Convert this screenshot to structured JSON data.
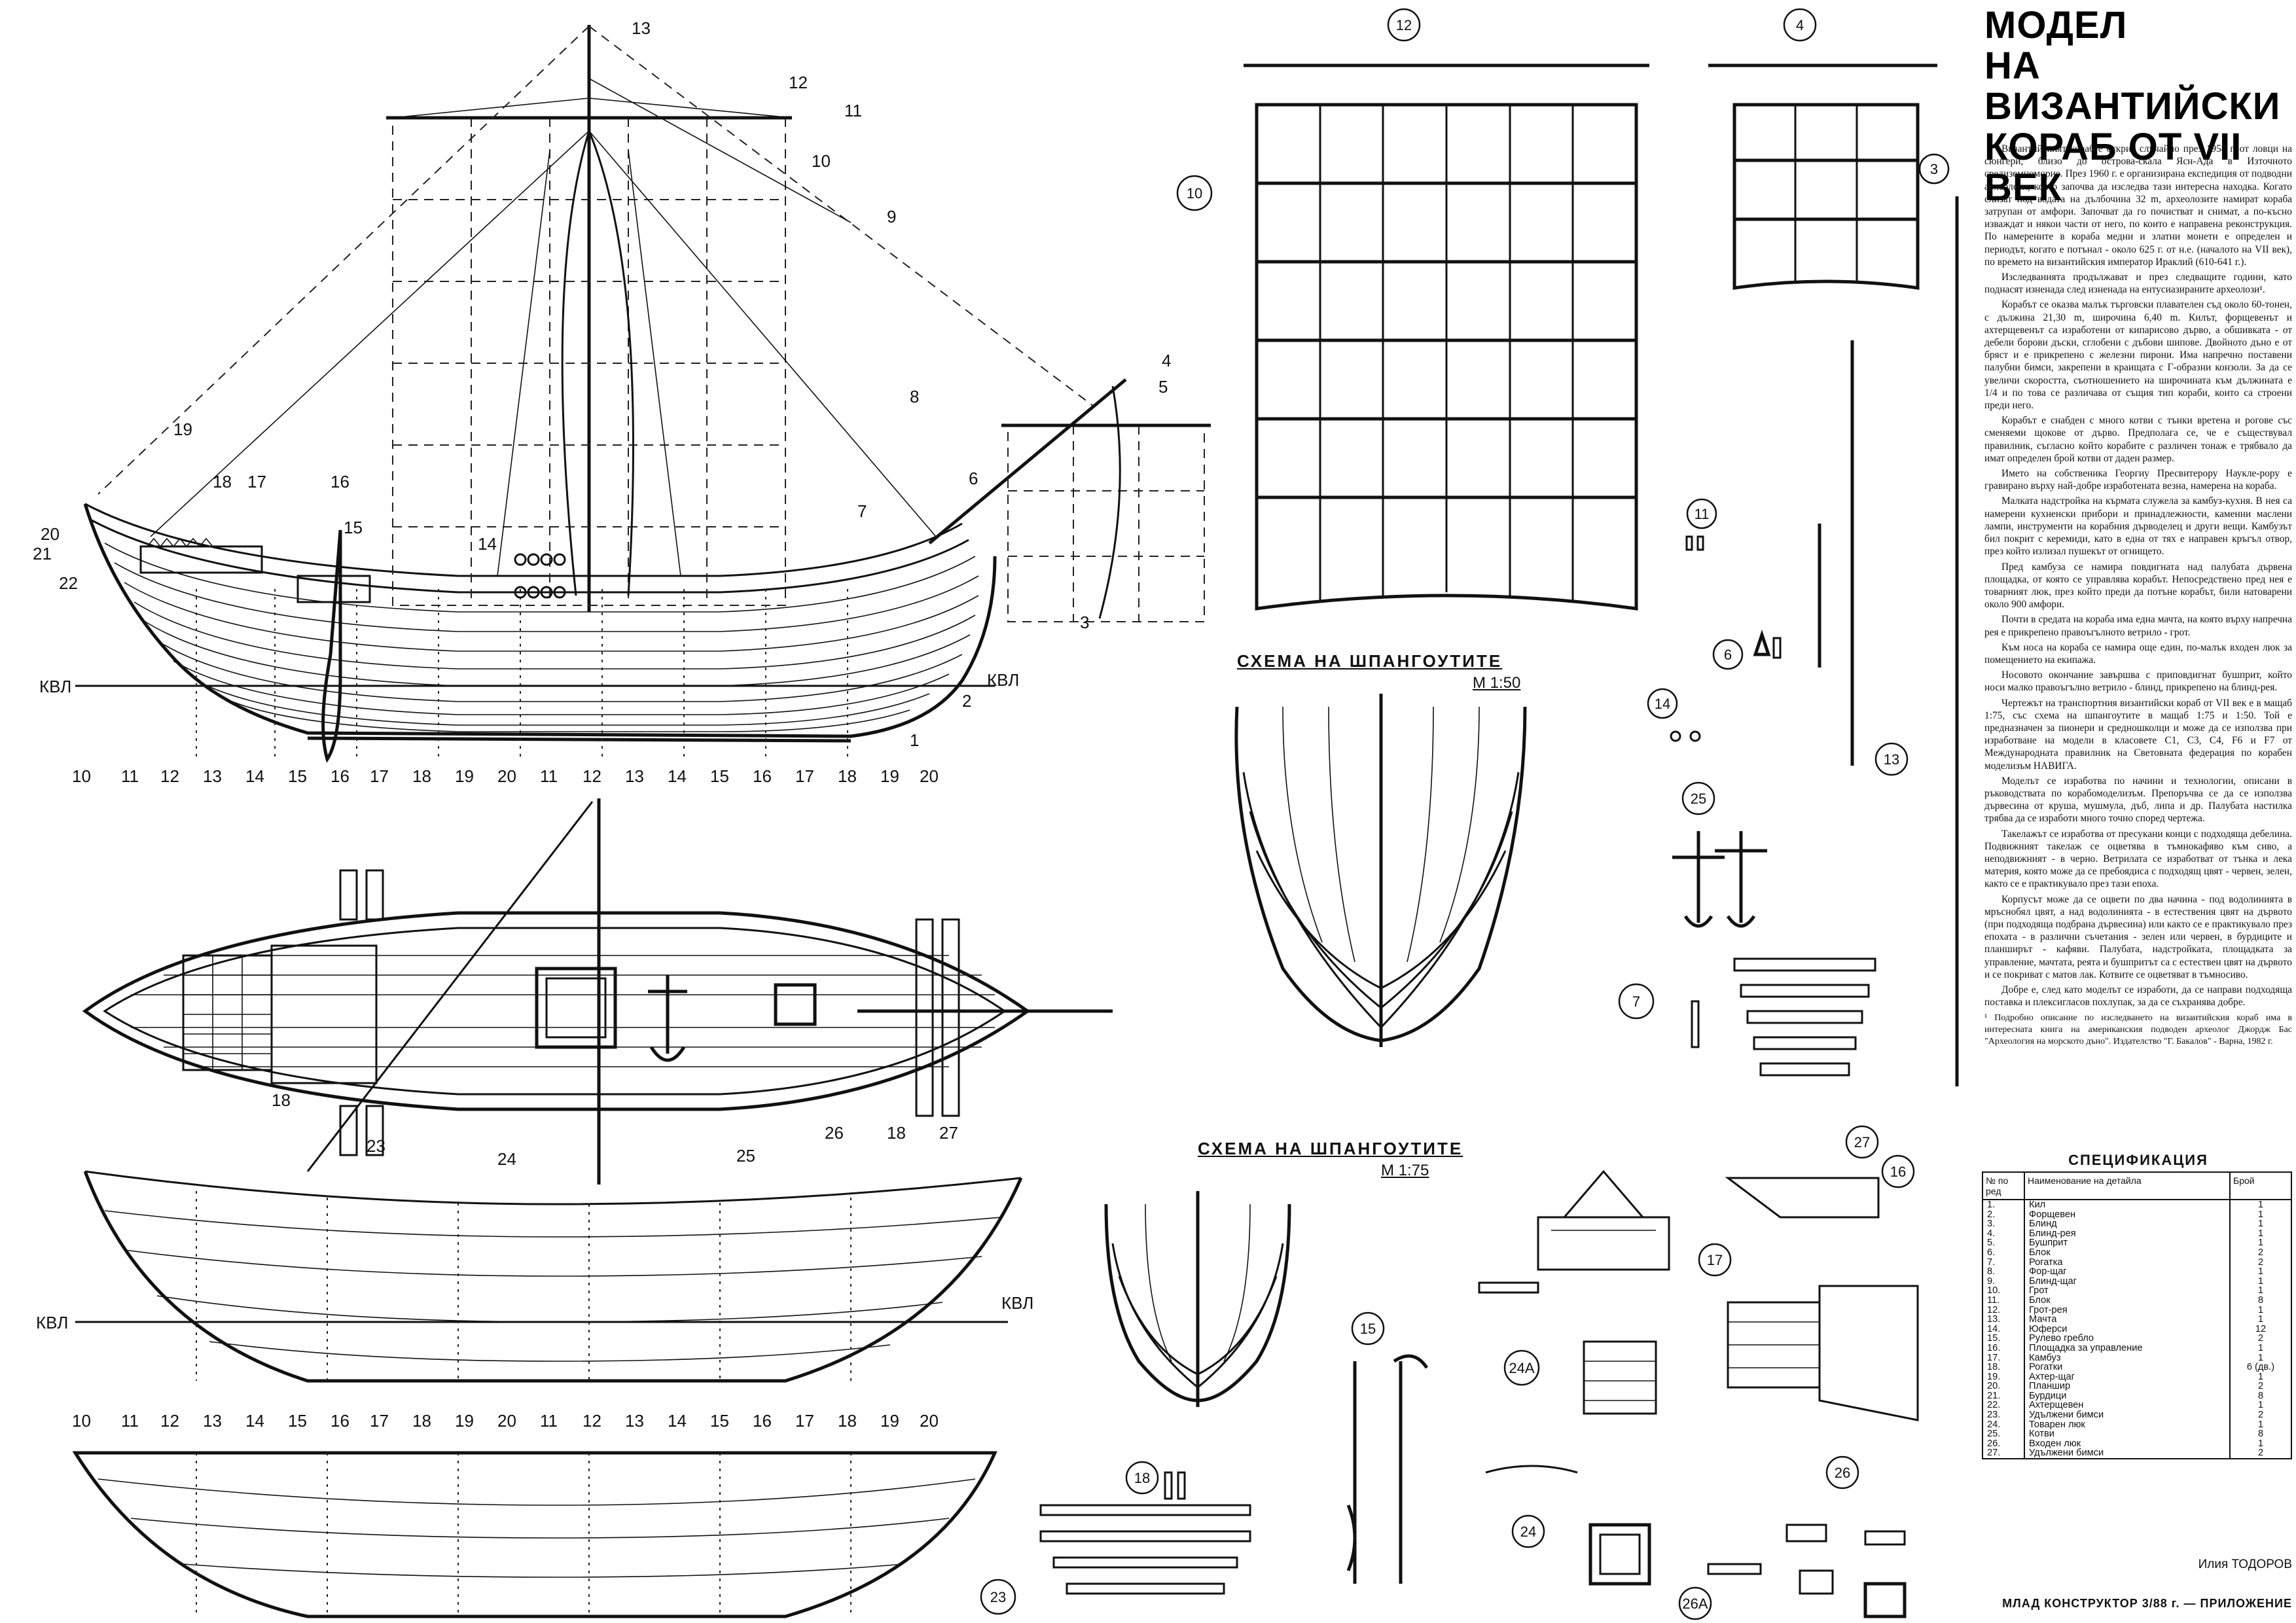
{
  "title": [
    "МОДЕЛ",
    "НА ВИЗАНТИЙСКИ",
    "КОРАБ ОТ VII ВЕК"
  ],
  "article": [
    "Византийският кораб е открит случайно през 1958 г. от ловци на сюнгери, близо до острова-скала Ясн-Ада в Източното средиземноморие. През 1960 г. е организирана експедиция от подводни археолози, която започва да изследва тази интересна находка. Когато слизат под водата на дълбочина 32 m, археолозите намират кораба затрупан от амфори. Започват да го почистват и снимат, а по-късно изваждат и някои части от него, по които е направена реконструкция. По намерените в кораба медни и златни монети е определен и периодът, когато е потънал - около 625 г. от н.е. (началото на VII век), по времето на византийския император Ираклий (610-641 г.).",
    "Изследванията продължават и през следващите години, като поднасят изненада след изненада на ентусиазираните археолози¹.",
    "Корабът се оказва малък търговски плавателен съд около 60-тонен, с дължина 21,30 m, широчина 6,40 m. Килът, форщевенът и ахтерщевенът са изработени от кипарисово дърво, а обшивката - от дебели борови дъски, сглобени с дъбови шипове. Двойното дъно е от бряст и е прикрепено с железни пирони. Има напречно поставени палубни бимси, закрепени в краищата с Г-образни конзоли. За да се увеличи скоростта, съотношението на широчината към дължината е 1/4 и по това се различава от същия тип кораби, които са строени преди него.",
    "Корабът е снабден с много котви с тънки вретена и рогове със сменяеми щокове от дърво. Предполага се, че е съществувал правилник, съгласно който корабите с различен тонаж е трябвало да имат определен брой котви от даден размер.",
    "Името на собственика Георгиу Пресвитерору Наукле-рору е гравирано върху най-добре изработената везна, намерена на кораба.",
    "Малката надстройка на кърмата служела за камбуз-кухня. В нея са намерени кухненски прибори и принадлежности, каменни маслени лампи, инструменти на корабния дърводелец и други вещи. Камбузът бил покрит с керемиди, като в една от тях е направен кръгъл отвор, през който излизал пушекът от огнището.",
    "Пред камбуза се намира повдигната над палубата дървена площадка, от която се управлява корабът. Непосредствено пред нея е товарният люк, през който преди да потъне корабът, били натоварени около 900 амфори.",
    "Почти в средата на кораба има една мачта, на която върху напречна рея е прикрепено правоъгълното ветрило - грот.",
    "Към носа на кораба се намира още един, по-малък входен люк за помещението на екипажа.",
    "Носовото окончание завършва с приповдигнат бушприт, който носи малко правоъгълно ветрило - блинд, прикрепено на блинд-рея.",
    "Чертежът на транспортния византийски кораб от VII век е в мащаб 1:75, със схема на шпангоутите в мащаб 1:75 и 1:50. Той е предназначен за пионери и средношколци и може да се използва при изработване на модели в класовете С1, С3, С4, F6 и F7 от Международната правилник на Световната федерация по корабен моделизъм НАВИГА.",
    "Моделът се изработва по начини и технологии, описани в ръководствата по корабомоделизъм. Препоръчва се да се използва дървесина от круша, мушмула, дъб, липа и др. Палубата настилка трябва да се изработи много точно според чертежа.",
    "Такелажът се изработва от пресукани конци с подходяща дебелина. Подвижният такелаж се оцветява в тъмнокафяво към сиво, а неподвижният - в черно. Ветрилата се изработват от тънка и лека материя, която може да се пребоядиса с подходящ цвят - червен, зелен, както се е практикувало през тази епоха.",
    "Корпусът може да се оцвети по два начина - под водолинията в мръснобял цвят, а над водолинията - в естествения цвят на дървото (при подходяща подбрана дървесина) или както се е практикувало през епохата - в различни съчетания - зелен или червен, в бурдиците и планширът - кафяви. Палубата, надстройката, площадката за управление, мачтата, реята и бушпритът са с естествен цвят на дървото и се покриват с матов лак. Котвите се оцветяват в тъмносиво.",
    "Добре е, след като моделът се изработи, да се направи подходяща поставка и плексигласов похлупак, за да се съхранява добре."
  ],
  "footnote": "¹ Подробно описание по изследването на византийския кораб има в интересната книга на американския подводен археолог Джордж Бас \"Археология на морското дъно\". Издателство \"Г. Бакалов\" - Варна, 1982 г.",
  "spec": {
    "title": "СПЕЦИФИКАЦИЯ",
    "headers": [
      "№ по ред",
      "Наименование на детайла",
      "Брой"
    ],
    "rows": [
      [
        "1.",
        "Кил",
        "1"
      ],
      [
        "2.",
        "Форщевен",
        "1"
      ],
      [
        "3.",
        "Блинд",
        "1"
      ],
      [
        "4.",
        "Блинд-рея",
        "1"
      ],
      [
        "5.",
        "Бушприт",
        "1"
      ],
      [
        "6.",
        "Блок",
        "2"
      ],
      [
        "7.",
        "Рогатка",
        "2"
      ],
      [
        "8.",
        "Фор-щаг",
        "1"
      ],
      [
        "9.",
        "Блинд-щаг",
        "1"
      ],
      [
        "10.",
        "Грот",
        "1"
      ],
      [
        "11.",
        "Блок",
        "8"
      ],
      [
        "12.",
        "Грот-рея",
        "1"
      ],
      [
        "13.",
        "Мачта",
        "1"
      ],
      [
        "14.",
        "Юферси",
        "12"
      ],
      [
        "15.",
        "Рулево гребло",
        "2"
      ],
      [
        "16.",
        "Площадка за управление",
        "1"
      ],
      [
        "17.",
        "Камбуз",
        "1"
      ],
      [
        "18.",
        "Рогатки",
        "6 (дв.)"
      ],
      [
        "19.",
        "Ахтер-щаг",
        "1"
      ],
      [
        "20.",
        "Планшир",
        "2"
      ],
      [
        "21.",
        "Бурдици",
        "8"
      ],
      [
        "22.",
        "Ахтерщевен",
        "1"
      ],
      [
        "23.",
        "Удължени бимси",
        "2"
      ],
      [
        "24.",
        "Товарен люк",
        "1"
      ],
      [
        "25.",
        "Котви",
        "8"
      ],
      [
        "26.",
        "Входен люк",
        "1"
      ],
      [
        "27.",
        "Удължени бимси",
        "2"
      ]
    ]
  },
  "author": "Илия ТОДОРОВ",
  "source": "МЛАД КОНСТРУКТОР 3/88 г. — ПРИЛОЖЕНИЕ",
  "schema1": {
    "title": "СХЕМА НА ШПАНГОУТИТЕ",
    "scale": "М 1:50"
  },
  "schema2": {
    "title": "СХЕМА НА ШПАНГОУТИТЕ",
    "scale": "М 1:75"
  },
  "waterline": "КВЛ",
  "profile_labels": [
    "1",
    "2",
    "3",
    "4",
    "5",
    "6",
    "7",
    "8",
    "9",
    "10",
    "11",
    "12",
    "13",
    "14",
    "15",
    "16",
    "17",
    "18",
    "19",
    "20",
    "21",
    "22"
  ],
  "station_labels": [
    "10",
    "11",
    "12",
    "13",
    "14",
    "15",
    "16",
    "17",
    "18",
    "19",
    "20",
    "11",
    "12",
    "13",
    "14",
    "15",
    "16",
    "17",
    "18",
    "19",
    "20"
  ],
  "part_circles": [
    "3",
    "4",
    "6",
    "7",
    "10",
    "11",
    "12",
    "13",
    "14",
    "15",
    "16",
    "17",
    "18",
    "23",
    "24",
    "24A",
    "25",
    "26",
    "26A",
    "27"
  ],
  "plan_labels": [
    "18",
    "23",
    "24",
    "25",
    "26",
    "18",
    "27"
  ]
}
